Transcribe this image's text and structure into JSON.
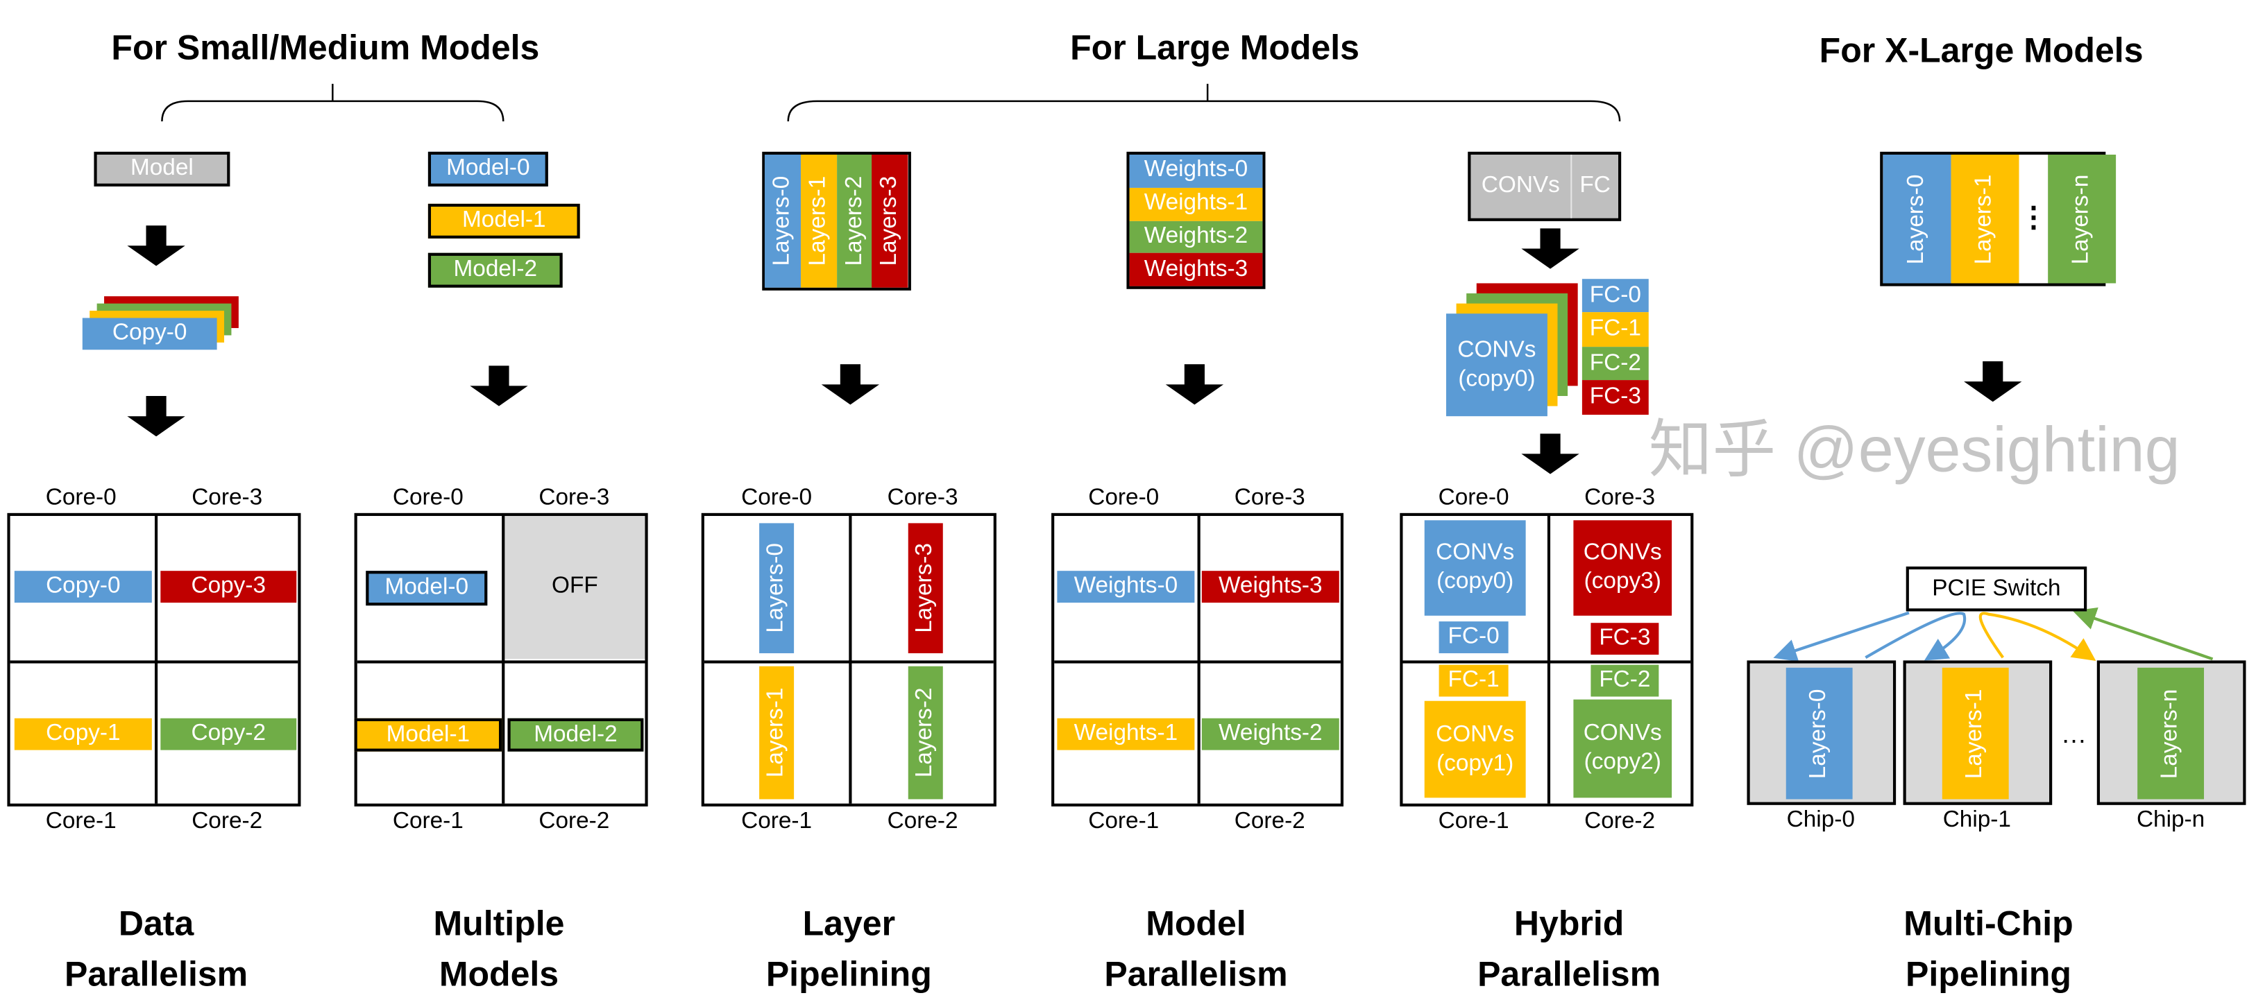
{
  "colors": {
    "blue": "#5B9BD5",
    "yellow": "#FFC000",
    "green": "#70AD47",
    "red": "#C00000",
    "gray": "#BFBFBF",
    "off_gray": "#D9D9D9"
  },
  "headers": {
    "small_medium": "For Small/Medium Models",
    "large": "For Large Models",
    "xlarge": "For X-Large Models"
  },
  "cores": [
    "Core-0",
    "Core-3",
    "Core-1",
    "Core-2"
  ],
  "data_parallelism": {
    "model": "Model",
    "copy_stack_top": "Copy-0",
    "copies": [
      "Copy-0",
      "Copy-3",
      "Copy-1",
      "Copy-2"
    ],
    "caption": [
      "Data",
      "Parallelism"
    ]
  },
  "multiple_models": {
    "models": [
      "Model-0",
      "Model-1",
      "Model-2"
    ],
    "off": "OFF",
    "caption": [
      "Multiple",
      "Models"
    ]
  },
  "layer_pipelining": {
    "layers": [
      "Layers-0",
      "Layers-1",
      "Layers-2",
      "Layers-3"
    ],
    "caption": [
      "Layer",
      "Pipelining"
    ]
  },
  "model_parallelism": {
    "weights": [
      "Weights-0",
      "Weights-1",
      "Weights-2",
      "Weights-3"
    ],
    "caption": [
      "Model",
      "Parallelism"
    ]
  },
  "hybrid": {
    "convs": "CONVs",
    "fc": "FC",
    "fcs": [
      "FC-0",
      "FC-1",
      "FC-2",
      "FC-3"
    ],
    "copies": [
      "CONVs\n(copy0)",
      "CONVs\n(copy1)",
      "CONVs\n(copy2)",
      "CONVs\n(copy3)"
    ],
    "caption": [
      "Hybrid",
      "Parallelism"
    ]
  },
  "multichip": {
    "layers": [
      "Layers-0",
      "Layers-1",
      "Layers-n"
    ],
    "ellipsis": "⋮",
    "switch": "PCIE Switch",
    "chips": [
      "Chip-0",
      "Chip-1",
      "Chip-n"
    ],
    "chip_ellipsis": "…",
    "caption": [
      "Multi-Chip",
      "Pipelining"
    ]
  },
  "watermark": "知乎 @eyesighting"
}
